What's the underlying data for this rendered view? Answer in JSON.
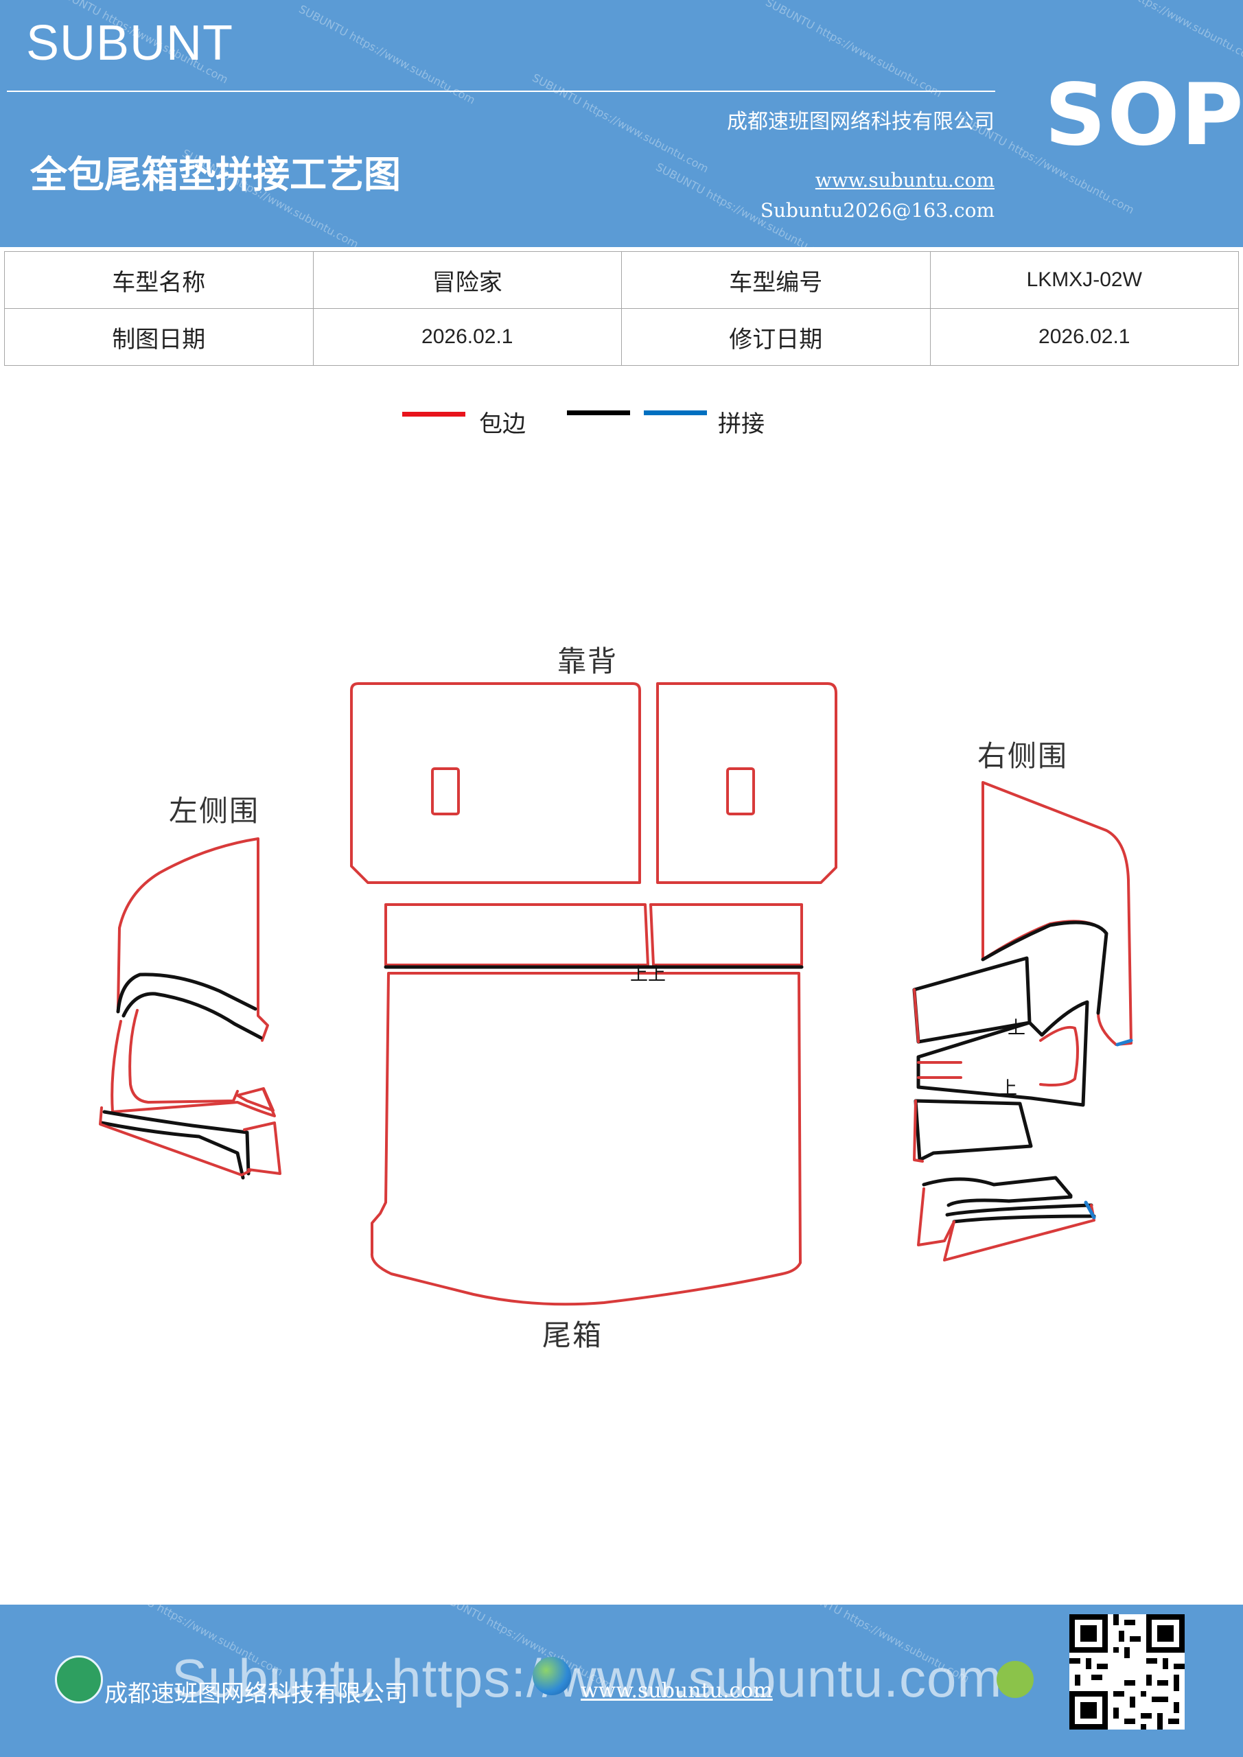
{
  "header": {
    "brand": "SUBUNT",
    "doc_title": "全包尾箱垫拼接工艺图",
    "company": "成都速班图网络科技有限公司",
    "website": "www.subuntu.com",
    "email": "Subuntu2026@163.com",
    "sop": "SOP",
    "watermark": "SUBUNTU https://www.subuntu.com"
  },
  "info_table": {
    "rows": [
      [
        "车型名称",
        "冒险家",
        "车型编号",
        "LKMXJ-02W"
      ],
      [
        "制图日期",
        "2026.02.1",
        "修订日期",
        "2026.02.1"
      ]
    ]
  },
  "legend": {
    "items": [
      {
        "label": "包边",
        "colors": [
          "#e8141c"
        ]
      },
      {
        "label": "拼接",
        "colors": [
          "#000000",
          "#0070c0"
        ]
      }
    ]
  },
  "pieces": {
    "backrest": "靠背",
    "trunk": "尾箱",
    "left_side": "左侧围",
    "right_side": "右侧围",
    "up_mark": "上"
  },
  "colors": {
    "header_bg": "#5b9bd5",
    "edge": "#d83a3a",
    "seam": "#111111",
    "seam_blue": "#1f7fd0"
  },
  "footer": {
    "company": "成都速班图网络科技有限公司",
    "big_text": "Subuntu https://www.subuntu.com",
    "website": "www.subuntu.com",
    "icons": [
      "home-icon",
      "globe-icon",
      "wechat-icon",
      "qr-code"
    ]
  }
}
